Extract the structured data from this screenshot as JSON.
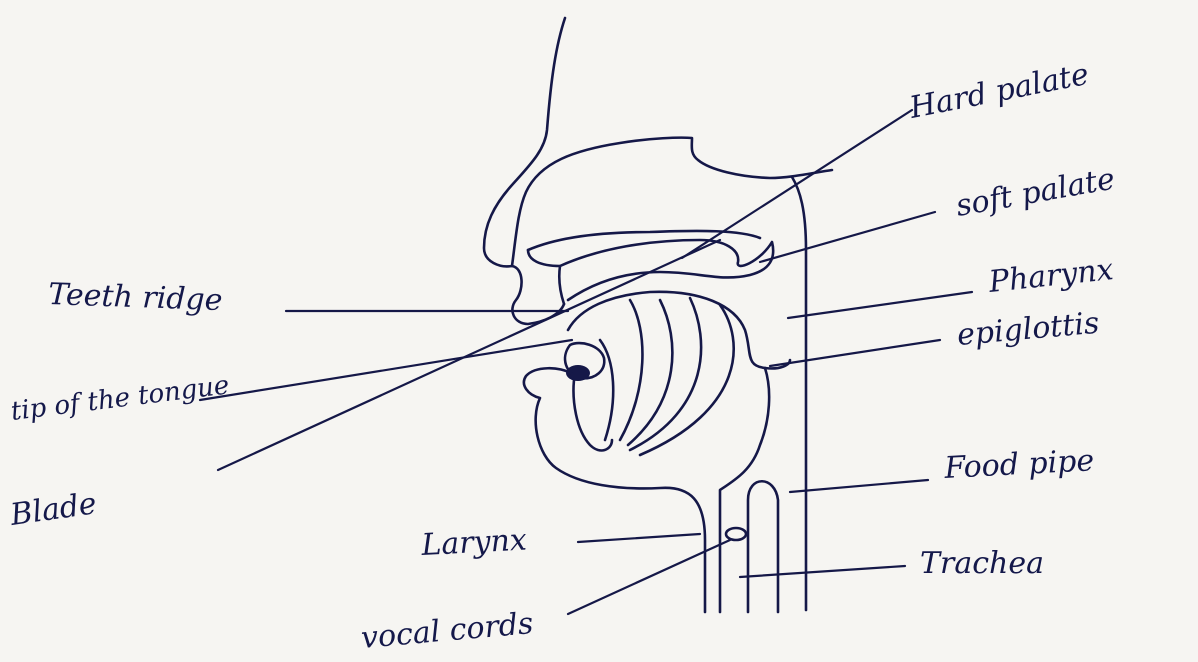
{
  "labels": {
    "hard_palate": "Hard palate",
    "soft_palate": "soft palate",
    "pharynx": "Pharynx",
    "epiglottis": "epiglottis",
    "food_pipe": "Food pipe",
    "trachea": "Trachea",
    "teeth_ridge": "Teeth ridge",
    "tip_of_the_tongue": "tip of the tongue",
    "blade": "Blade",
    "larynx": "Larynx",
    "vocal_cords": "vocal cords"
  },
  "colors": {
    "ink": "#151848",
    "paper": "#f6f5f2"
  }
}
